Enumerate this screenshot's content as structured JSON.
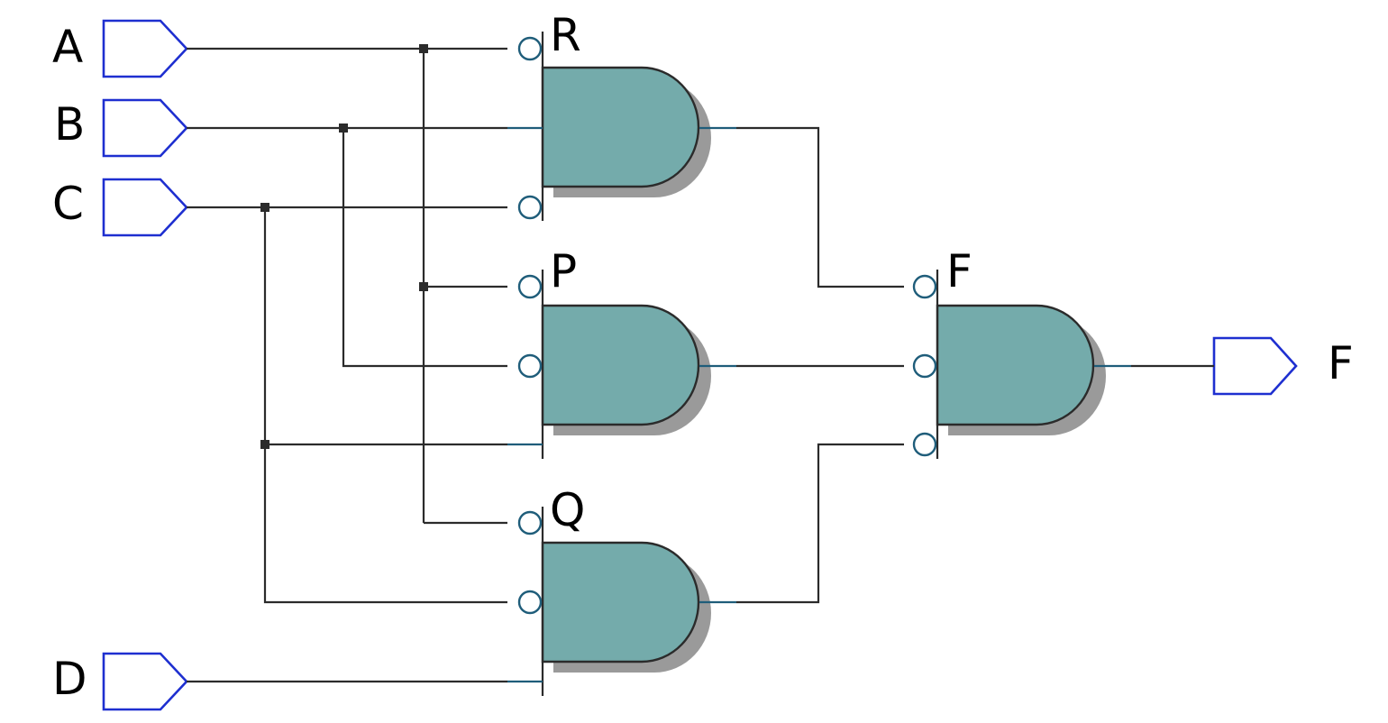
{
  "inputs": [
    {
      "id": "A",
      "label": "A"
    },
    {
      "id": "B",
      "label": "B"
    },
    {
      "id": "C",
      "label": "C"
    },
    {
      "id": "D",
      "label": "D"
    }
  ],
  "gates": [
    {
      "id": "R",
      "label": "R",
      "type": "AND",
      "inputs": [
        "A'",
        "B",
        "C'"
      ]
    },
    {
      "id": "P",
      "label": "P",
      "type": "AND",
      "inputs": [
        "A'",
        "B'",
        "C"
      ]
    },
    {
      "id": "Q",
      "label": "Q",
      "type": "AND",
      "inputs": [
        "A'",
        "C'",
        "D"
      ]
    },
    {
      "id": "F",
      "label": "F",
      "type": "AND",
      "inputs": [
        "R'",
        "P'",
        "Q'"
      ]
    }
  ],
  "outputs": [
    {
      "id": "F_out",
      "label": "F"
    }
  ],
  "colors": {
    "gate_fill": "#74abab",
    "port_outline": "#1e2fd0",
    "wire": "#2b2b2b",
    "bubble_outline": "#1f5d7a"
  }
}
